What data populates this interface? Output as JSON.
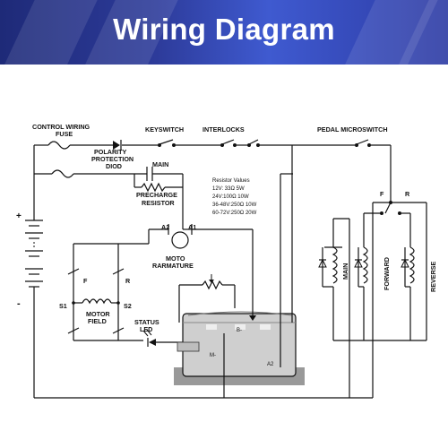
{
  "title": "Wiring Diagram",
  "labels": {
    "control_fuse": [
      "CONTROL WIRING",
      "FUSE"
    ],
    "polarity_diode": [
      "POLARITY",
      "PROTECTION",
      "DIOD"
    ],
    "keyswitch": "KEYSWITCH",
    "interlocks": "INTERLOCKS",
    "pedal_microswitch": "PEDAL MICROSWITCH",
    "main_contact": "MAIN",
    "precharge": [
      "PRECHARGE",
      "RESISTOR"
    ],
    "resistor_values": [
      "Resistor Values",
      "12V: 33Ω 5W",
      "24V:100Ω 10W",
      "36-48V:250Ω 10W",
      "60-72V:250Ω 20W"
    ],
    "battery_plus": "+",
    "battery_minus": "-",
    "a2": "A2",
    "a1": "A1",
    "armature": [
      "MOTO",
      "RARMATURE"
    ],
    "f": "F",
    "r": "R",
    "s1": "S1",
    "s2": "S2",
    "field": [
      "MOTOR",
      "FIELD"
    ],
    "status_led": [
      "STATUS",
      "LED"
    ],
    "sw_f": "F",
    "sw_r": "R",
    "coil_main": "MAIN",
    "coil_forward": "FORWARD",
    "coil_reverse": "REVERSE",
    "ctrl_a2": "A2",
    "ctrl_b": "B-",
    "ctrl_m": "M-"
  }
}
